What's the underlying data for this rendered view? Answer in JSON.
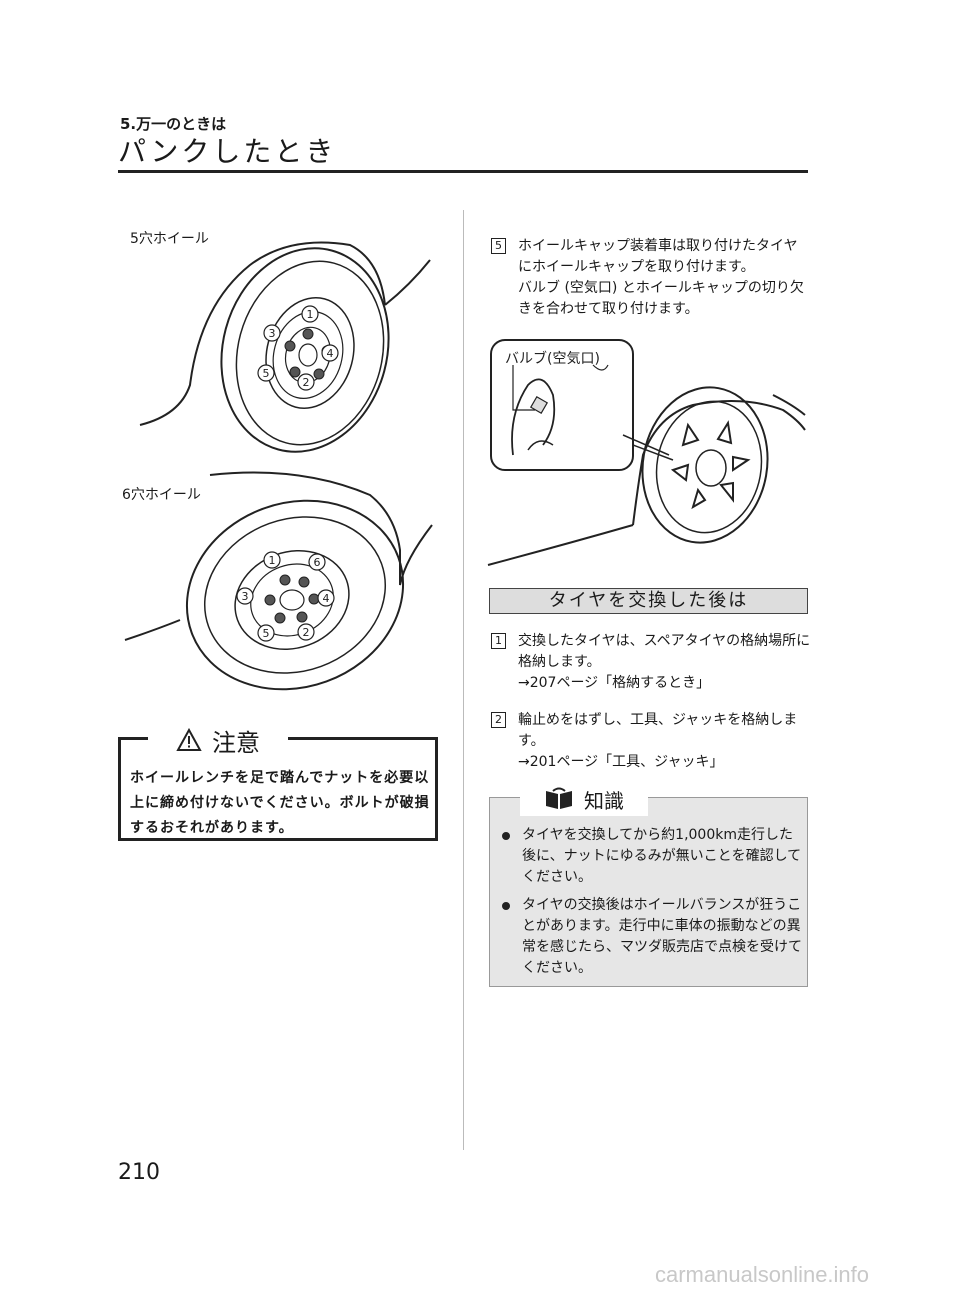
{
  "header": {
    "section": "5.万一のときは",
    "title": "パンクしたとき"
  },
  "figures": {
    "five_hole_label": "5穴ホイール",
    "six_hole_label": "6穴ホイール",
    "valve_label": "バルブ(空気口)",
    "five_hole_numbers": [
      "1",
      "2",
      "3",
      "4",
      "5"
    ],
    "six_hole_numbers": [
      "1",
      "2",
      "3",
      "4",
      "5",
      "6"
    ]
  },
  "caution": {
    "title": "注意",
    "text": "ホイールレンチを足で踏んでナットを必要以上に締め付けないでください。ボルトが破損するおそれがあります。"
  },
  "step5": {
    "number": "5",
    "text": "ホイールキャップ装着車は取り付けたタイヤにホイールキャップを取り付けます。",
    "text2": "バルブ (空気口) とホイールキャップの切り欠きを合わせて取り付けます。"
  },
  "after_section": {
    "heading": "タイヤを交換した後は",
    "steps": [
      {
        "number": "1",
        "text": "交換したタイヤは、スペアタイヤの格納場所に格納します。",
        "ref": "→207ページ「格納するとき」"
      },
      {
        "number": "2",
        "text": "輪止めをはずし、工具、ジャッキを格納します。",
        "ref": "→201ページ「工具、ジャッキ」"
      }
    ]
  },
  "knowledge": {
    "title": "知識",
    "bullets": [
      "タイヤを交換してから約1,000km走行した後に、ナットにゆるみが無いことを確認してください。",
      "タイヤの交換後はホイールバランスが狂うことがあります。走行中に車体の振動などの異常を感じたら、マツダ販売店で点検を受けてください。"
    ]
  },
  "page_number": "210",
  "watermark": "carmanualsonline.info"
}
